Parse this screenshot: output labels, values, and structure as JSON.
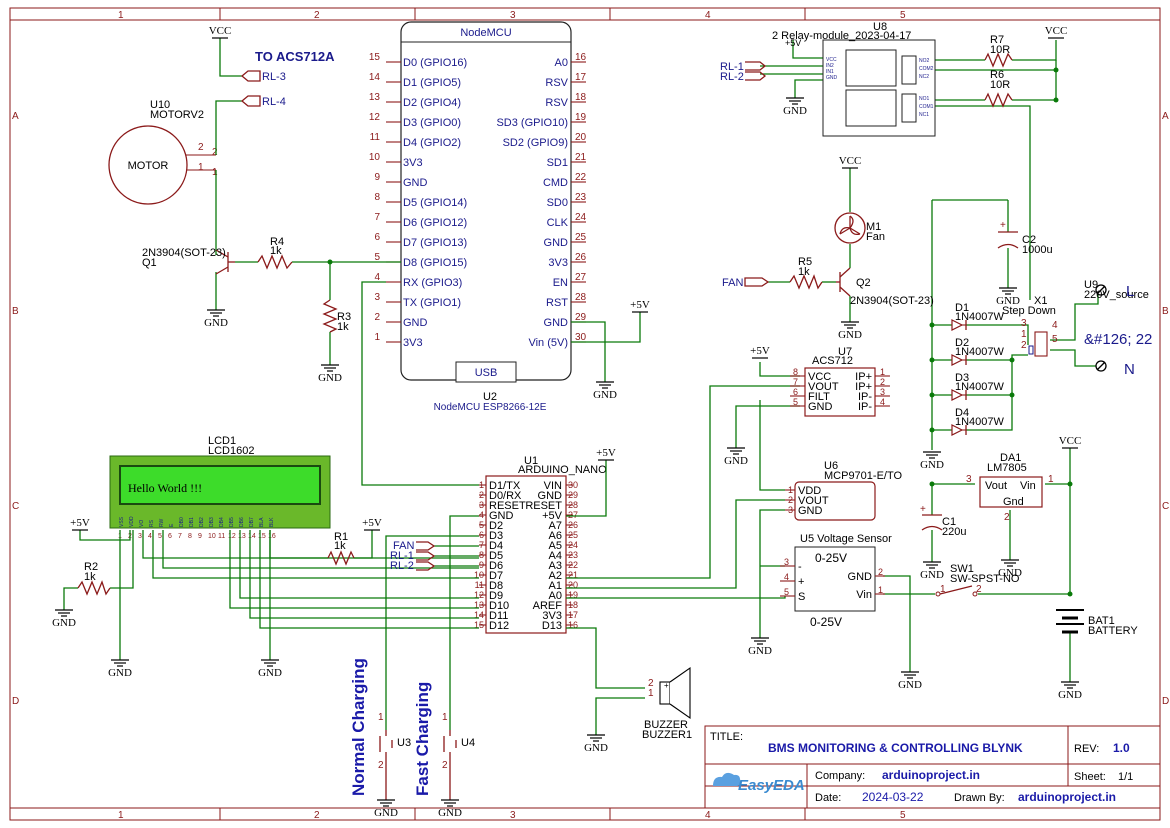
{
  "frame": {
    "cols": [
      "1",
      "2",
      "3",
      "4",
      "5"
    ],
    "rows": [
      "A",
      "B",
      "C",
      "D"
    ]
  },
  "nodemcu": {
    "title": "NodeMCU",
    "ref": "U2",
    "part": "NodeMCU ESP8266-12E",
    "usb": "USB",
    "left_pins": [
      {
        "num": "15",
        "name": "D0 (GPIO16)"
      },
      {
        "num": "14",
        "name": "D1 (GPIO5)"
      },
      {
        "num": "13",
        "name": "D2 (GPIO4)"
      },
      {
        "num": "12",
        "name": "D3 (GPIO0)"
      },
      {
        "num": "11",
        "name": "D4 (GPIO2)"
      },
      {
        "num": "10",
        "name": "3V3"
      },
      {
        "num": "9",
        "name": "GND"
      },
      {
        "num": "8",
        "name": "D5 (GPIO14)"
      },
      {
        "num": "7",
        "name": "D6 (GPIO12)"
      },
      {
        "num": "6",
        "name": "D7 (GPIO13)"
      },
      {
        "num": "5",
        "name": "D8 (GPIO15)"
      },
      {
        "num": "4",
        "name": "RX (GPIO3)"
      },
      {
        "num": "3",
        "name": "TX (GPIO1)"
      },
      {
        "num": "2",
        "name": "GND"
      },
      {
        "num": "1",
        "name": "3V3"
      }
    ],
    "right_pins": [
      {
        "num": "16",
        "name": "A0"
      },
      {
        "num": "17",
        "name": "RSV"
      },
      {
        "num": "18",
        "name": "RSV"
      },
      {
        "num": "19",
        "name": "SD3 (GPIO10)"
      },
      {
        "num": "20",
        "name": "SD2 (GPIO9)"
      },
      {
        "num": "21",
        "name": "SD1"
      },
      {
        "num": "22",
        "name": "CMD"
      },
      {
        "num": "23",
        "name": "SD0"
      },
      {
        "num": "24",
        "name": "CLK"
      },
      {
        "num": "25",
        "name": "GND"
      },
      {
        "num": "26",
        "name": "3V3"
      },
      {
        "num": "27",
        "name": "EN"
      },
      {
        "num": "28",
        "name": "RST"
      },
      {
        "num": "29",
        "name": "GND"
      },
      {
        "num": "30",
        "name": "Vin (5V)"
      }
    ]
  },
  "arduino": {
    "ref": "U1",
    "part": "ARDUINO_NANO",
    "left_pins": [
      {
        "num": "1",
        "name": "D1/TX"
      },
      {
        "num": "2",
        "name": "D0/RX"
      },
      {
        "num": "3",
        "name": "RESET"
      },
      {
        "num": "4",
        "name": "GND"
      },
      {
        "num": "5",
        "name": "D2"
      },
      {
        "num": "6",
        "name": "D3"
      },
      {
        "num": "7",
        "name": "D4"
      },
      {
        "num": "8",
        "name": "D5"
      },
      {
        "num": "9",
        "name": "D6"
      },
      {
        "num": "10",
        "name": "D7"
      },
      {
        "num": "11",
        "name": "D8"
      },
      {
        "num": "12",
        "name": "D9"
      },
      {
        "num": "13",
        "name": "D10"
      },
      {
        "num": "14",
        "name": "D11"
      },
      {
        "num": "15",
        "name": "D12"
      }
    ],
    "right_pins": [
      {
        "num": "30",
        "name": "VIN"
      },
      {
        "num": "29",
        "name": "GND"
      },
      {
        "num": "28",
        "name": "RESET"
      },
      {
        "num": "27",
        "name": "+5V"
      },
      {
        "num": "26",
        "name": "A7"
      },
      {
        "num": "25",
        "name": "A6"
      },
      {
        "num": "24",
        "name": "A5"
      },
      {
        "num": "23",
        "name": "A4"
      },
      {
        "num": "22",
        "name": "A3"
      },
      {
        "num": "21",
        "name": "A2"
      },
      {
        "num": "20",
        "name": "A1"
      },
      {
        "num": "19",
        "name": "A0"
      },
      {
        "num": "18",
        "name": "AREF"
      },
      {
        "num": "17",
        "name": "3V3"
      },
      {
        "num": "16",
        "name": "D13"
      }
    ]
  },
  "lcd": {
    "ref": "LCD1",
    "part": "LCD1602",
    "text": "Hello World !!!",
    "pin_labels": [
      "VSS",
      "VDD",
      "VO",
      "RS",
      "RW",
      "E",
      "DB0",
      "DB1",
      "DB2",
      "DB3",
      "DB4",
      "DB5",
      "DB6",
      "DB7",
      "BLA",
      "BLK"
    ],
    "pin_nums": [
      "1",
      "2",
      "3",
      "4",
      "5",
      "6",
      "7",
      "8",
      "9",
      "10",
      "11",
      "12",
      "13",
      "14",
      "15",
      "16"
    ]
  },
  "motor": {
    "ref": "U10",
    "part": "MOTORV2",
    "label": "MOTOR",
    "pin2": "2",
    "pin1": "1"
  },
  "labels": {
    "vcc": "VCC",
    "gnd": "GND",
    "p5v": "+5V",
    "to_acs": "TO ACS712A",
    "rl3": "RL-3",
    "rl4": "RL-4",
    "rl1": "RL-1",
    "rl2": "RL-2",
    "fan": "FAN"
  },
  "q1": {
    "part": "2N3904(SOT-23)",
    "ref": "Q1"
  },
  "q2": {
    "part": "2N3904(SOT-23)",
    "ref": "Q2"
  },
  "r4": {
    "ref": "R4",
    "val": "1k"
  },
  "r3": {
    "ref": "R3",
    "val": "1k"
  },
  "r5": {
    "ref": "R5",
    "val": "1k"
  },
  "r1": {
    "ref": "R1",
    "val": "1k"
  },
  "r2": {
    "ref": "R2",
    "val": "1k"
  },
  "r7": {
    "ref": "R7",
    "val": "10R"
  },
  "r6": {
    "ref": "R6",
    "val": "10R"
  },
  "fan": {
    "ref": "M1",
    "label": "Fan"
  },
  "relay": {
    "ref": "U8",
    "part": "2 Relay-module_2023-04-17",
    "vcc5": "+5V",
    "pins_left": [
      "VCC",
      "IN2",
      "IN1",
      "GND"
    ],
    "pins_right": [
      "NO2",
      "COM2",
      "NC2",
      "NO1",
      "COM1",
      "NC1"
    ]
  },
  "c2": {
    "ref": "C2",
    "val": "1000u"
  },
  "c1": {
    "ref": "C1",
    "val": "220u"
  },
  "acs": {
    "ref": "U7",
    "part": "ACS712",
    "left": [
      "VCC",
      "VOUT",
      "FILT",
      "GND"
    ],
    "left_nums": [
      "8",
      "7",
      "6",
      "5"
    ],
    "right": [
      "IP+",
      "IP+",
      "IP-",
      "IP-"
    ],
    "right_nums": [
      "1",
      "2",
      "3",
      "4"
    ]
  },
  "mcp": {
    "ref": "U6",
    "part": "MCP9701-E/TO",
    "pins": [
      "VDD",
      "VOUT",
      "GND"
    ],
    "nums": [
      "1",
      "2",
      "3"
    ]
  },
  "vs": {
    "ref": "U5",
    "title": "U5 Voltage Sensor",
    "range": "0-25V",
    "range2": "0-25V",
    "pins_l": [
      "3",
      "4",
      "5"
    ],
    "pins_l_sign": [
      "-",
      "+",
      "S"
    ],
    "pins_r": [
      "GND",
      "Vin"
    ],
    "pins_r_nums": [
      "2",
      "1"
    ]
  },
  "diodes": [
    {
      "ref": "D1",
      "part": "1N4007W"
    },
    {
      "ref": "D2",
      "part": "1N4007W"
    },
    {
      "ref": "D3",
      "part": "1N4007W"
    },
    {
      "ref": "D4",
      "part": "1N4007W"
    }
  ],
  "x1": {
    "ref": "X1",
    "part": "Step Down",
    "pins": [
      "3",
      "1",
      "2",
      "4",
      "5"
    ]
  },
  "u9": {
    "ref": "U9",
    "part": "220V_source",
    "l": "L",
    "n": "N",
    "mid": "&#126; 22"
  },
  "reg": {
    "ref": "DA1",
    "part": "LM7805",
    "vout": "Vout",
    "vin": "Vin",
    "gnd": "Gnd",
    "p3": "3",
    "p1": "1",
    "p2": "2"
  },
  "sw1": {
    "ref": "SW1",
    "part": "SW-SPST-NO",
    "p1": "1",
    "p2": "2"
  },
  "bat": {
    "ref": "BAT1",
    "part": "BATTERY"
  },
  "buzzer": {
    "ref": "BUZZER",
    "part": "BUZZER1",
    "p2": "2",
    "p1": "1"
  },
  "u3": {
    "ref": "U3",
    "label": "Normal Charging",
    "p1": "1",
    "p2": "2"
  },
  "u4": {
    "ref": "U4",
    "label": "Fast Charging",
    "p1": "1",
    "p2": "2"
  },
  "titleblock": {
    "title_label": "TITLE:",
    "title": "BMS MONITORING & CONTROLLING BLYNK",
    "rev_label": "REV:",
    "rev": "1.0",
    "company_label": "Company:",
    "company": "arduinoproject.in",
    "sheet_label": "Sheet:",
    "sheet": "1/1",
    "date_label": "Date:",
    "date": "2024-03-22",
    "drawn_label": "Drawn By:",
    "drawn": "arduinoproject.in",
    "logo": "EasyEDA"
  },
  "colors": {
    "wire": "#0a7a0a",
    "component": "#8b1a1a",
    "text": "#1a1a8b",
    "lcd_green": "#3ddc2a",
    "lcd_frame": "#6ab82a"
  }
}
